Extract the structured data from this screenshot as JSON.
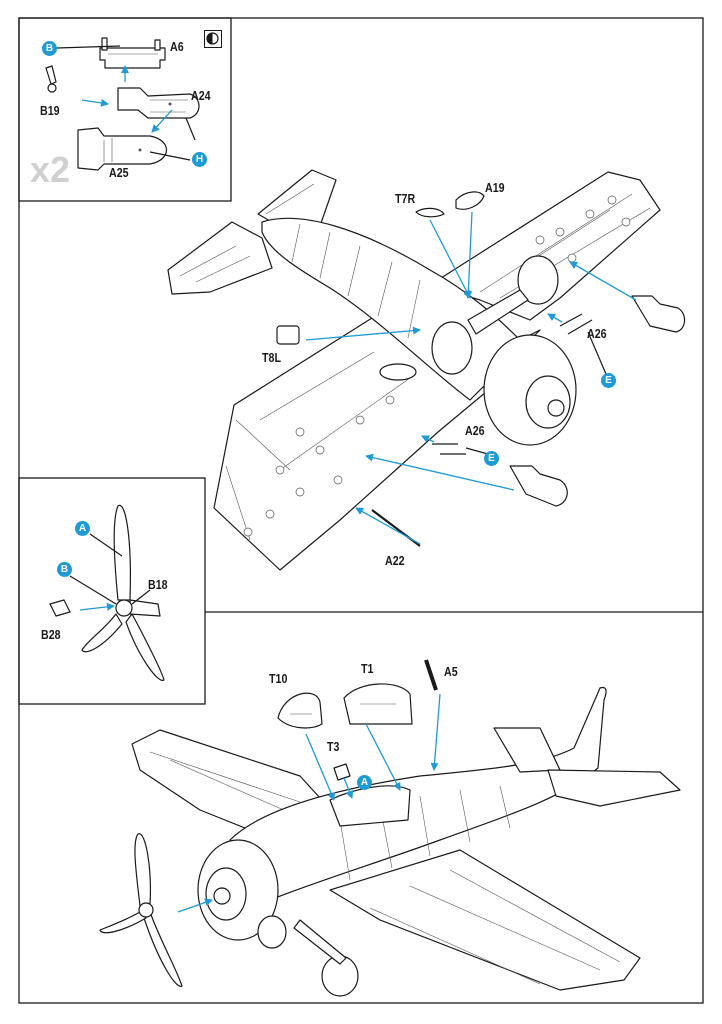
{
  "colors": {
    "badge": "#1e9ad6",
    "line": "#1a1a1a",
    "arrow": "#1e9ad6"
  },
  "inset_bomb": {
    "multiplier": "x2",
    "paint_icon": "half-filled-circle-icon",
    "labels": {
      "A6": "A6",
      "A24": "A24",
      "A25": "A25",
      "B19": "B19"
    },
    "badges": {
      "B": "B",
      "H": "H"
    }
  },
  "main_view": {
    "labels": {
      "T7R": "T7R",
      "A19": "A19",
      "T8L": "T8L",
      "A26_right": "A26",
      "A26_left": "A26",
      "A22": "A22"
    },
    "badges": {
      "E_right": "E",
      "E_left": "E"
    }
  },
  "inset_prop": {
    "labels": {
      "B18": "B18",
      "B28": "B28"
    },
    "badges": {
      "A": "A",
      "B": "B"
    }
  },
  "bottom_view": {
    "labels": {
      "T10": "T10",
      "T1": "T1",
      "A5": "A5",
      "T3": "T3"
    },
    "badges": {
      "A": "A"
    }
  }
}
